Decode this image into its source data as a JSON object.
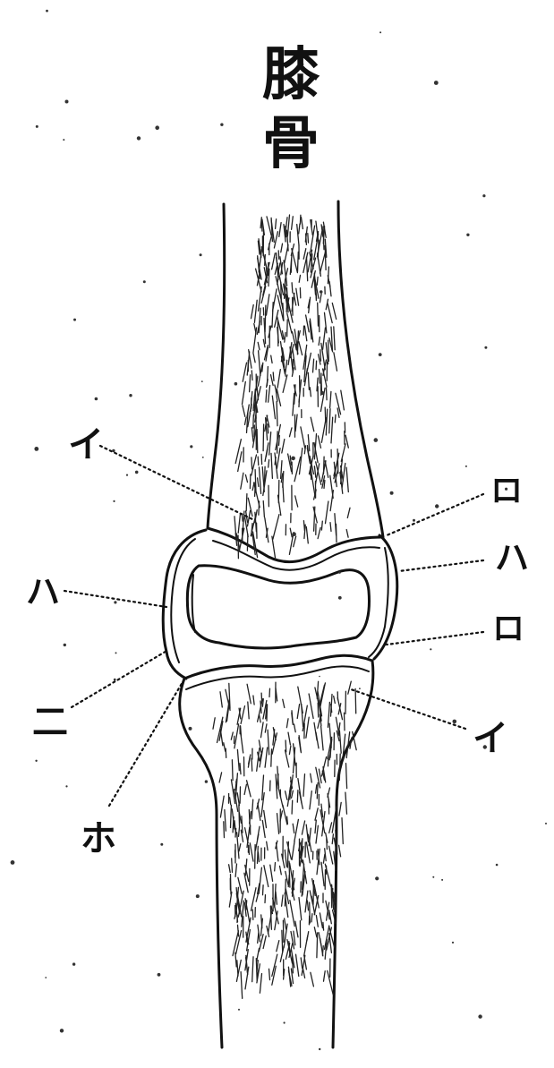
{
  "title_lines": [
    "膝",
    "骨"
  ],
  "labels": {
    "i_upper": "イ",
    "ro_upper": "ロ",
    "ha_right": "ハ",
    "ha_left": "ハ",
    "ro_lower": "ロ",
    "ni": "二",
    "i_lower": "イ",
    "ho": "ホ"
  },
  "colors": {
    "ink": "#111111",
    "paper": "#ffffff"
  }
}
